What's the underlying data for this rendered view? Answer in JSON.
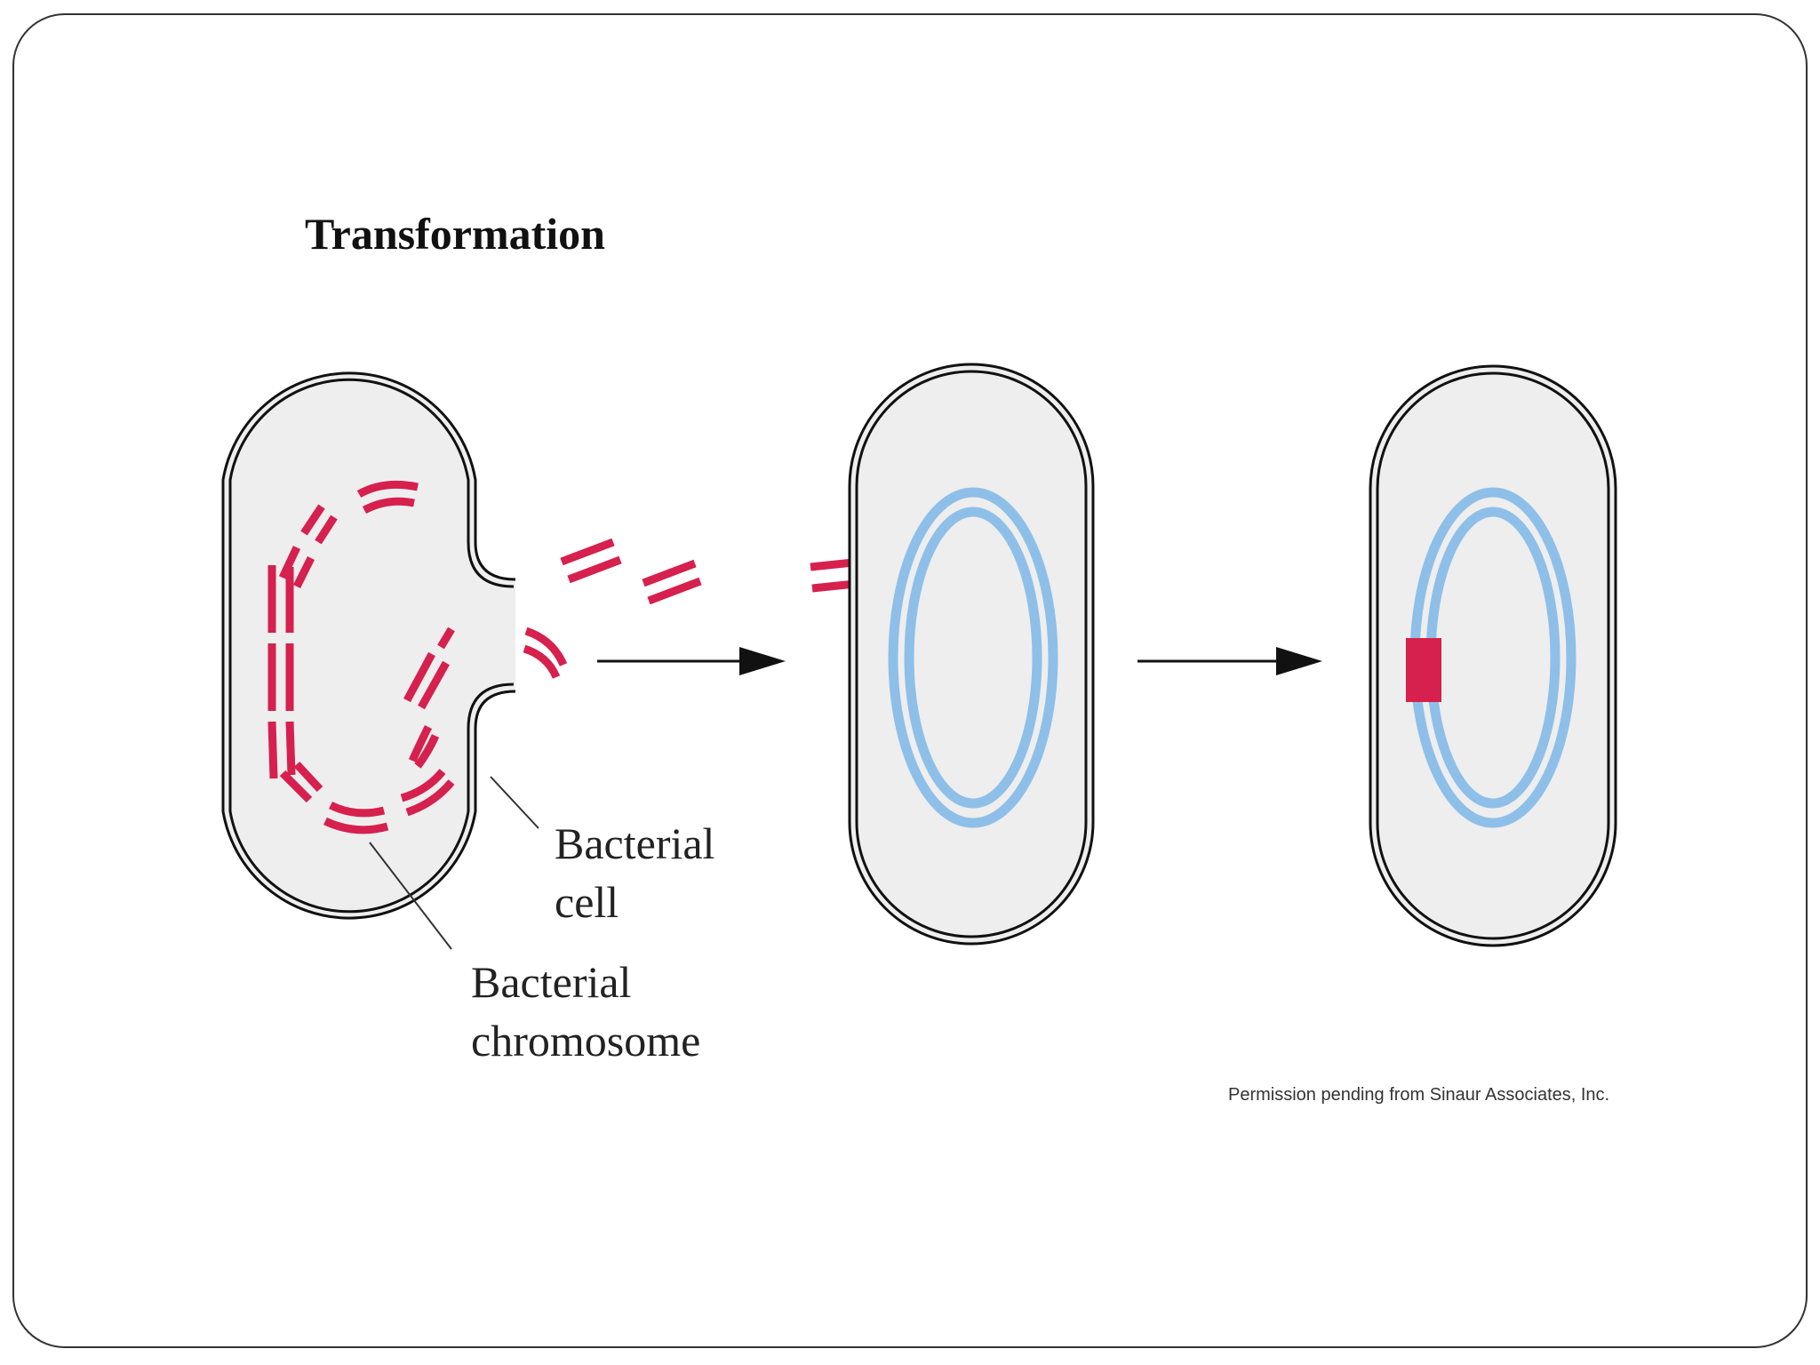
{
  "diagram": {
    "title": "Transformation",
    "labels": {
      "bacterial_cell_line1": "Bacterial",
      "bacterial_cell_line2": "cell",
      "bacterial_chromosome_line1": "Bacterial",
      "bacterial_chromosome_line2": "chromosome"
    },
    "credit": "Permission pending from Sinaur Associates, Inc.",
    "colors": {
      "donor_dna": "#d6204e",
      "recipient_chromosome": "#8ebfe8",
      "cell_fill": "#eeeeee",
      "cell_outline": "#111111",
      "arrow": "#111111",
      "slide_border": "#333333"
    },
    "stages": [
      "donor-cell-releasing-dna",
      "recipient-cell-taking-up-dna",
      "recombinant-cell"
    ]
  }
}
